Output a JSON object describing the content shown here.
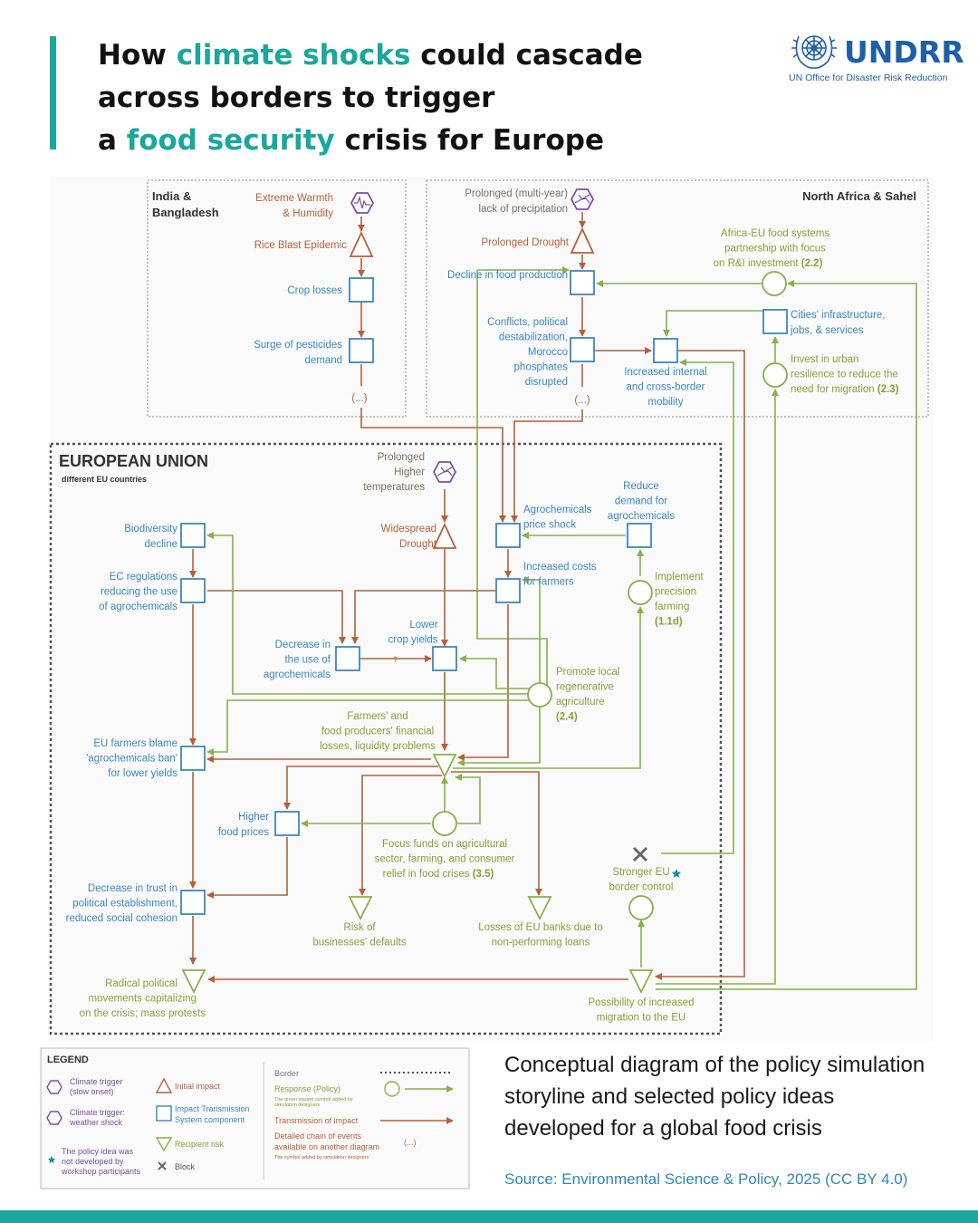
{
  "header": {
    "title_line1_pre": "How ",
    "title_line1_hl": "climate shocks",
    "title_line1_post": " could cascade",
    "title_line2": "across borders to trigger",
    "title_line3_pre": "a ",
    "title_line3_hl": "food security",
    "title_line3_post": " crisis for Europe"
  },
  "logo": {
    "name": "UNDRR",
    "subtitle": "UN Office for Disaster Risk Reduction"
  },
  "colors": {
    "accent": "#1aa79c",
    "blue": "#3b86c4",
    "brown": "#b5603a",
    "green": "#88b04b",
    "purple": "#7b4fa0",
    "logo_blue": "#1f5fa8"
  },
  "regions": {
    "india": [
      "India &",
      "Bangladesh"
    ],
    "north_africa": "North Africa & Sahel",
    "eu": "EUROPEAN UNION",
    "eu_sub": "different EU countries"
  },
  "nodes": {
    "warmth": [
      "Extreme Warmth",
      "& Humidity"
    ],
    "rice": "Rice Blast Epidemic",
    "crop_losses": "Crop losses",
    "pesticides": [
      "Surge of pesticides",
      "demand"
    ],
    "india_more": "(...)",
    "precip": [
      "Prolonged (multi-year)",
      "lack of precipitation"
    ],
    "drought_na": "Prolonged Drought",
    "food_prod": "Decline in food production",
    "conflicts": [
      "Conflicts, political",
      "destabilization,",
      "Morocco",
      "phosphates",
      "disrupted"
    ],
    "na_more": "(...)",
    "mobility": [
      "Increased internal",
      "and cross-border",
      "mobility"
    ],
    "africa_eu": [
      "Africa-EU food systems",
      "partnership with focus",
      "on R&I investment "
    ],
    "africa_eu_code": "(2.2)",
    "cities": [
      "Cities' infrastructure,",
      "jobs, & services"
    ],
    "urban": [
      "Invest in urban",
      "resilience to reduce the",
      "need for migration "
    ],
    "urban_code": "(2.3)",
    "higher_temp": [
      "Prolonged",
      "Higher",
      "temperatures"
    ],
    "widespread_drought": [
      "Widespread",
      "Drought"
    ],
    "biodiversity": [
      "Biodiversity",
      "decline"
    ],
    "ec_regs": [
      "EC regulations",
      "reducing the use",
      "of agrochemicals"
    ],
    "decrease_agro": [
      "Decrease in",
      "the use of",
      "agrochemicals"
    ],
    "question": "?",
    "lower_yields": [
      "Lower",
      "crop yields"
    ],
    "agro_price": [
      "Agrochemicals",
      "price shock"
    ],
    "reduce_demand": [
      "Reduce",
      "demand for",
      "agrochemicals"
    ],
    "increased_costs": [
      "Increased costs",
      "for farmers"
    ],
    "precision": [
      "Implement",
      "precision",
      "farming"
    ],
    "precision_code": "(1.1d)",
    "promote_local": [
      "Promote local",
      "regenerative",
      "agriculture"
    ],
    "promote_code": "(2.4)",
    "farmers_losses": [
      "Farmers' and",
      "food producers' financial",
      "losses, liquidity problems"
    ],
    "eu_blame": [
      "EU farmers blame",
      "'agrochemicals ban'",
      "for lower yields"
    ],
    "higher_prices": [
      "Higher",
      "food prices"
    ],
    "focus_funds": [
      "Focus funds on agricultural",
      "sector, farming, and consumer",
      "relief in food crises "
    ],
    "focus_code": "(3.5)",
    "trust": [
      "Decrease in trust in",
      "political establishment,",
      "reduced social cohesion"
    ],
    "business_defaults": [
      "Risk of",
      "businesses' defaults"
    ],
    "bank_losses": [
      "Losses of EU banks due to",
      "non-performing loans"
    ],
    "border": [
      "Stronger EU",
      "border control"
    ],
    "radical": [
      "Radical political",
      "movements capitalizing",
      "on the crisis; mass protests"
    ],
    "migration": [
      "Possibility of increased",
      "migration to the EU"
    ]
  },
  "legend": {
    "title": "LEGEND",
    "slow": [
      "Climate trigger",
      "(slow onset)"
    ],
    "weather": [
      "Climate trigger:",
      "weather shock"
    ],
    "policy_note": [
      "The policy idea was",
      "not developed by",
      "workshop participants"
    ],
    "initial": "Initial impact",
    "transmission": [
      "Impact Transmission",
      "System component"
    ],
    "recipient": "Recipient risk",
    "block": "Block",
    "border": "Border",
    "response": "Response (Policy)",
    "response_note": [
      "The green square symbol added by",
      "simulation designers"
    ],
    "transmission_impact": "Transmission of impact",
    "detailed": [
      "Detailed chain of events",
      "available on another diagram"
    ],
    "detailed_note": "The symbol added by simulation designers",
    "ellipsis": "(...)"
  },
  "caption": "Conceptual diagram of the policy simulation storyline and selected policy ideas developed for a global food crisis",
  "source": "Source: Environmental Science & Policy, 2025 (CC BY 4.0)"
}
